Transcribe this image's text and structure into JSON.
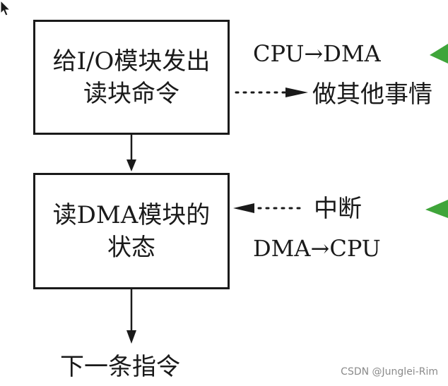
{
  "diagram": {
    "box_send_command": {
      "line1": "给I/O模块发出",
      "line2": "读块命令"
    },
    "box_read_status": {
      "line1": "读DMA模块的",
      "line2": "状态"
    },
    "label_cpu_to_dma": "CPU→DMA",
    "label_do_other_things": "做其他事情",
    "label_interrupt": "中断",
    "label_dma_to_cpu": "DMA→CPU",
    "label_next_instruction": "下一条指令"
  },
  "watermark": "CSDN @Junglei-Rim",
  "colors": {
    "stroke": "#1a1a1a",
    "accent_green": "#3fa53a"
  }
}
